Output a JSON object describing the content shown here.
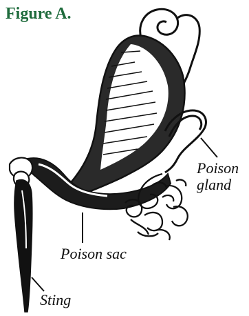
{
  "figure": {
    "title": "Figure A."
  },
  "labels": {
    "gland_line1": "Poison",
    "gland_line2": "gland",
    "sac": "Poison sac",
    "sting": "Sting"
  },
  "colors": {
    "title": "#1e6b3c",
    "ink": "#111111"
  }
}
